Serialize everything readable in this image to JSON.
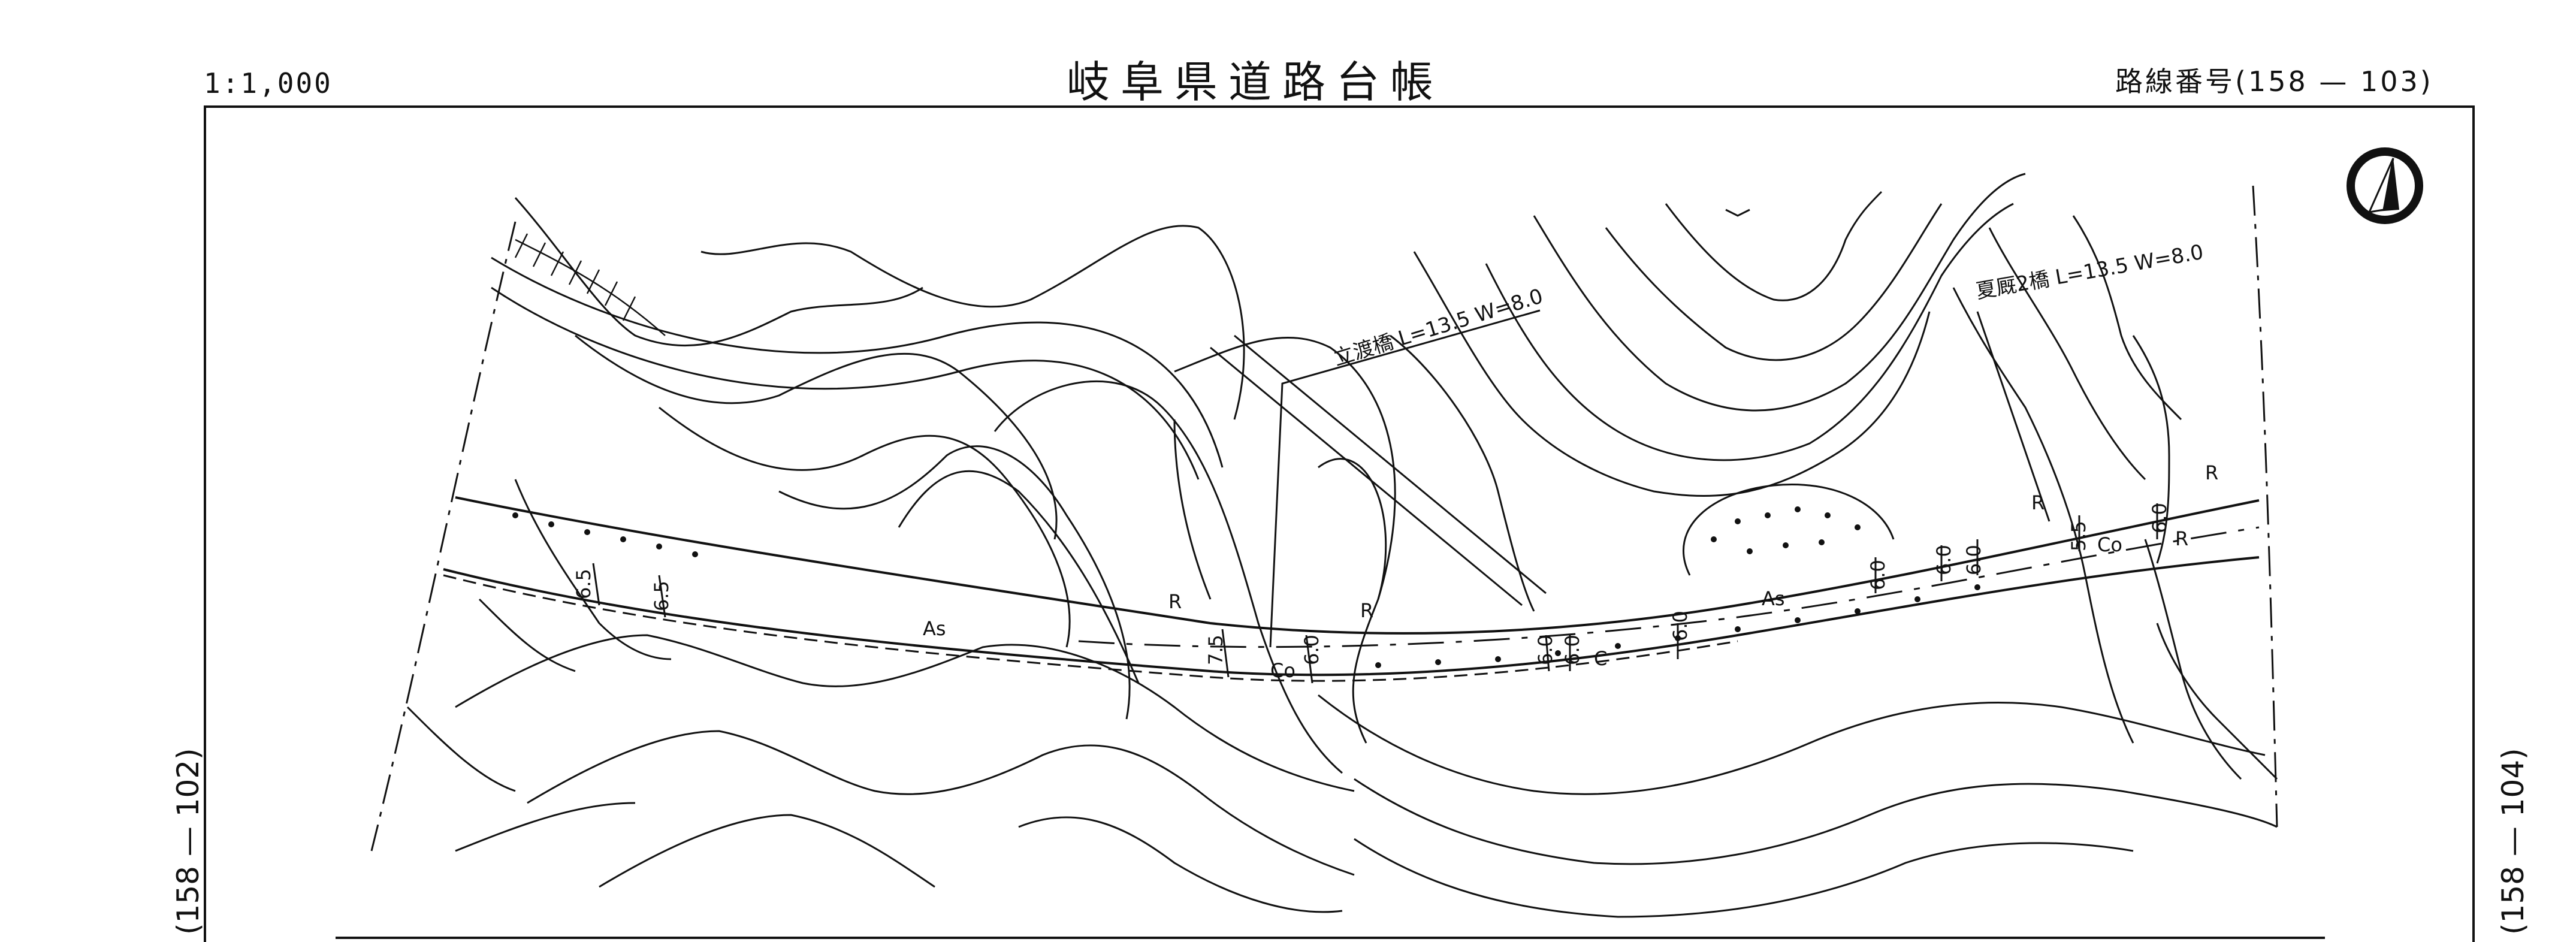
{
  "header": {
    "scale": "1:1,000",
    "title": "岐阜県道路台帳",
    "route_number": "路線番号(158 — 103)"
  },
  "edge_refs": {
    "left": "(158 — 102)",
    "right": "(158 — 104)"
  },
  "bridges": [
    {
      "label": "立渡橋 L=13.5 W=8.0"
    },
    {
      "label": "夏厩2橋 L=13.5 W=8.0"
    }
  ],
  "road_labels": {
    "width_65_a": "6.5",
    "width_65_b": "6.5",
    "width_75": "7.5",
    "width_60_a": "6.0",
    "width_60_b": "6.0",
    "width_60_c": "6.0",
    "width_60_d": "6.0",
    "width_60_e": "6.0",
    "width_60_f": "6.0",
    "width_60_g": "6.0",
    "width_55": "5.5",
    "width_60_h": "6.0",
    "surface_as_1": "As",
    "surface_as_2": "As",
    "surface_co_1": "Co",
    "surface_co_2": "Co",
    "surface_c": "C",
    "guard_r_1": "R",
    "guard_r_2": "R",
    "guard_r_3": "R",
    "guard_r_4": "R",
    "guard_r_5": "R"
  },
  "colors": {
    "ink": "#111111",
    "paper": "#ffffff"
  },
  "icons": {
    "north_arrow": "north-arrow-icon"
  }
}
